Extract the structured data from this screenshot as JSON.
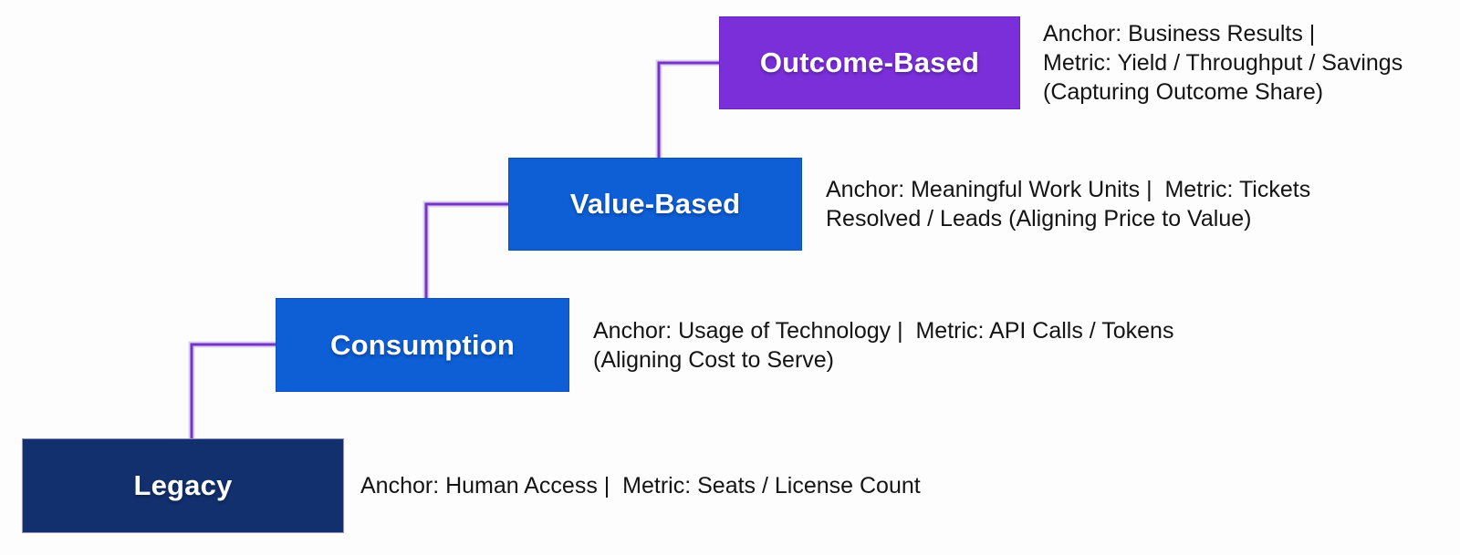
{
  "colors": {
    "outcome": "#7A2FD9",
    "value": "#0E5ED5",
    "consumption": "#0E5ED5",
    "legacy": "#12306E",
    "connector": "#7633C6",
    "text": "#141414"
  },
  "steps": [
    {
      "id": "outcome-based",
      "label": "Outcome-Based",
      "desc_lines": [
        "Anchor: Business Results |",
        "Metric: Yield / Throughput / Savings",
        "(Capturing Outcome Share)"
      ]
    },
    {
      "id": "value-based",
      "label": "Value-Based",
      "desc_lines": [
        "Anchor: Meaningful Work Units |  Metric: Tickets",
        "Resolved / Leads (Aligning Price to Value)"
      ]
    },
    {
      "id": "consumption",
      "label": "Consumption",
      "desc_lines": [
        "Anchor: Usage of Technology |  Metric: API Calls / Tokens",
        "(Aligning Cost to Serve)"
      ]
    },
    {
      "id": "legacy",
      "label": "Legacy",
      "desc_lines": [
        "Anchor: Human Access |  Metric: Seats / License Count"
      ]
    }
  ]
}
